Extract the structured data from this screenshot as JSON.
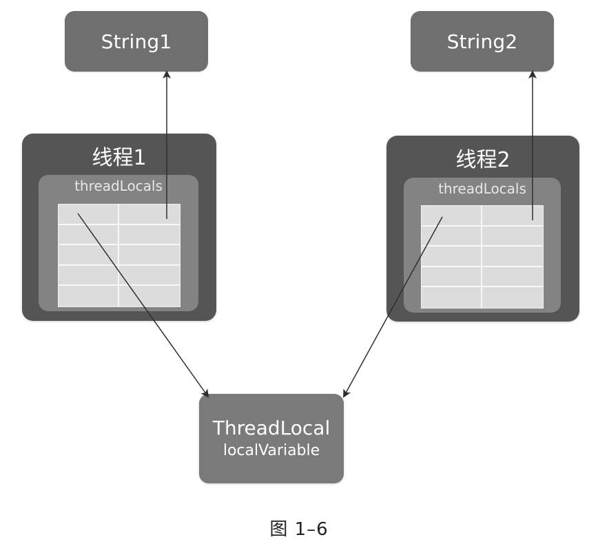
{
  "string_boxes": {
    "left": "String1",
    "right": "String2"
  },
  "threads": [
    {
      "title": "线程1",
      "inner_label": "threadLocals"
    },
    {
      "title": "线程2",
      "inner_label": "threadLocals"
    }
  ],
  "thread_local": {
    "name": "ThreadLocal",
    "variable": "localVariable"
  },
  "caption": "图 1–6",
  "colors": {
    "string_box": "#6f6f6f",
    "thread_outer": "#555555",
    "thread_inner": "#838383",
    "map_cell": "#dcdcdc",
    "thread_local_box": "#7a7a7a",
    "arrow": "#2e2e2e"
  }
}
